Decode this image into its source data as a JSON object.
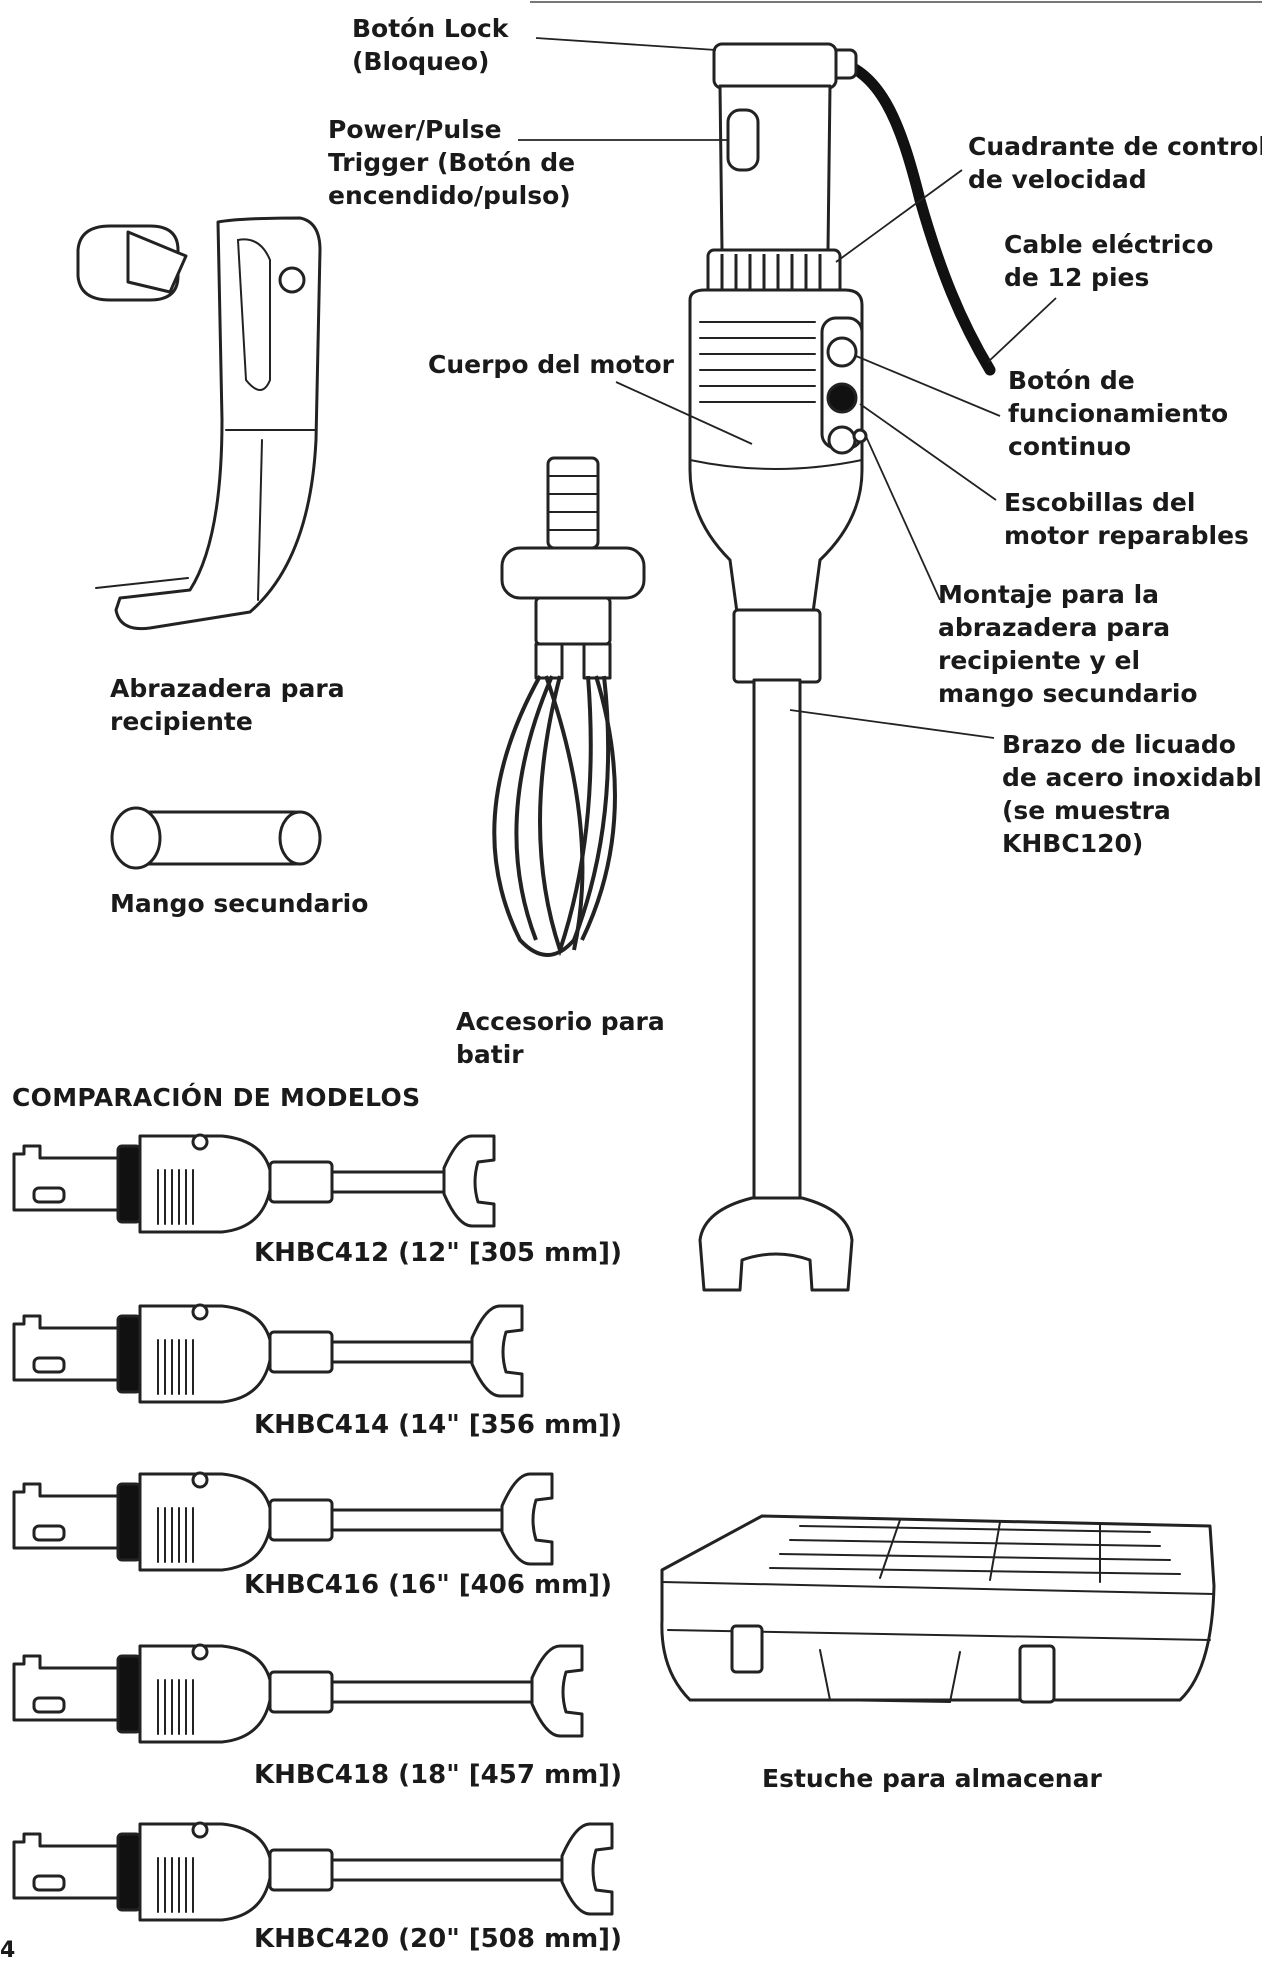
{
  "labels": {
    "lock": [
      "Botón Lock",
      "(Bloqueo)"
    ],
    "trigger": [
      "Power/Pulse",
      "Trigger (Botón de",
      "encendido/pulso)"
    ],
    "speed_dial": [
      "Cuadrante de control",
      "de velocidad"
    ],
    "cord": [
      "Cable eléctrico",
      "de 12 pies"
    ],
    "motor_body": [
      "Cuerpo del motor"
    ],
    "continuous_button": [
      "Botón de",
      "funcionamiento",
      "continuo"
    ],
    "brushes": [
      "Escobillas del",
      "motor reparables"
    ],
    "clamp_mount": [
      "Montaje para la",
      "abrazadera para",
      "recipiente y el",
      "mango secundario"
    ],
    "arm": [
      "Brazo de licuado",
      "de acero inoxidable",
      "(se muestra",
      "KHBC120)"
    ],
    "bowl_clamp": [
      "Abrazadera para",
      "recipiente"
    ],
    "side_handle": [
      "Mango secundario"
    ],
    "whisk": [
      "Accesorio para",
      "batir"
    ],
    "case": [
      "Estuche para almacenar"
    ]
  },
  "comparison_title": "COMPARACIÓN DE MODELOS",
  "models": [
    "KHBC412 (12\" [305 mm])",
    "KHBC414 (14\" [356 mm])",
    "KHBC416 (16\" [406 mm])",
    "KHBC418 (18\" [457 mm])",
    "KHBC420 (20\" [508 mm])"
  ],
  "page_number": "4",
  "colors": {
    "ink": "#1a1a1a",
    "line": "#222222",
    "paper": "#ffffff"
  }
}
